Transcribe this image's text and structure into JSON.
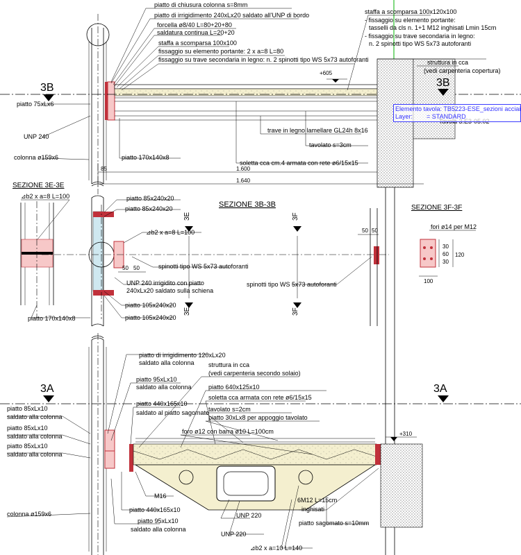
{
  "sections": {
    "s3b": "3B",
    "s3a": "3A",
    "s3e_label": "SEZIONE 3E-3E",
    "s3b_label": "SEZIONE 3B-3B",
    "s3f_label": "SEZIONE 3F-3F",
    "cut_3e": "3E",
    "cut_3f": "3F"
  },
  "top_notes": {
    "n1": "piatto di chiusura colonna s=8mm",
    "n2": "piatto di irrigidimento 240xLx20 saldato all'UNP di bordo",
    "n3": "forcella ø8/40 L=80+20+80",
    "n4": "saldatura continua L=20+20",
    "n5": "staffa a scomparsa 100x100",
    "n6": "fissaggio su elemento portante: 2 x a=8 L=80",
    "n7": "fissaggio su trave secondaria in legno: n. 2 spinotti tipo WS 5x73 autoforanti",
    "r1": "staffa a scomparsa 100x120x100",
    "r2": "- fissaggio su elemento portante:",
    "r3": "tasselli da cls n. 1+1 M12 inghisati Lmin 15cm",
    "r4": "- fissaggio su trave secondaria in legno:",
    "r5": "n. 2 spinotti tipo WS 5x73 autoforanti",
    "r6": "struttura in cca",
    "r7": "(vedi carpenteria copertura)",
    "elev_top": "+605",
    "left_a": "piatto 75xLx6",
    "left_b": "UNP 240",
    "left_c": "colonna ø159x6",
    "trave": "trave in legno lamellare GL24h 8x16",
    "tavolato": "tavolato s=3cm",
    "soletta": "soletta cca cm.4 armata con rete ø6/15x15",
    "piatto170": "piatto 170x140x8",
    "dim1600": "1.600",
    "dim1640": "1.640",
    "dim85": "85",
    "tavola_hint": "Tavola 3.E3-05.02"
  },
  "mid_notes": {
    "weld_e": "⊿b2 x a=8 L=100",
    "p85a": "piatto 85x240x20",
    "p85b": "piatto 85x240x20",
    "weld_b": "⊿b2 x a=8 L=100",
    "spin1": "spinotti tipo WS 5x73 autoforanti",
    "spin2": "spinotti tipo WS 5x73 autoforanti",
    "unp": "UNP 240 irrigidito con piatto",
    "unp2": "240xLx20 saldato sulla schiena",
    "p105a": "piatto 105x240x20",
    "p105b": "piatto 105x240x20",
    "p170": "piatto 170x140x8",
    "fori": "fori ø14 per M12",
    "d50a": "50",
    "d50b": "50",
    "d30a": "30",
    "d60": "60",
    "d30b": "30",
    "d120": "120",
    "d100": "100"
  },
  "bottom_notes": {
    "b1": "piatto di irrigidimento 120xLx20",
    "b2": "saldato alla colonna",
    "b3": "piatto 95xLx10",
    "b4": "saldato alla colonna",
    "b5": "piatto 440x165x10",
    "b6": "saldato al piatto sagomato",
    "b7": "struttura in cca",
    "b8": "(vedi carpenteria secondo solaio)",
    "b9": "piatto 640x125x10",
    "b10": "soletta cca armata con rete ø6/15x15",
    "b11": "tavolato s=2cm",
    "b12": "piatto 30xLx8 per appoggio tavolato",
    "b13": "foro ø12 con barra ø10 L=100cm",
    "l1": "piatto 85xLx10",
    "l2": "saldato alla colonna",
    "l3": "piatto 85xLx10",
    "l4": "saldato alla colonna",
    "l5": "piatto 85xLx10",
    "l6": "saldato alla colonna",
    "elev": "+310",
    "m16": "M16",
    "p440": "piatto 440x165x10",
    "p95": "piatto 95xLx10",
    "p95b": "saldato alla colonna",
    "col": "colonna ø159x6",
    "unp1": "UNP 220",
    "unp2": "UNP 220",
    "m12": "6M12 L=15cm",
    "m12b": "inghisati",
    "sag": "piatto sagomato s=10mm",
    "weld": "⊿b2 x a=10 L=140"
  },
  "tooltip": {
    "line1": "Elemento tavola: TB5223-ESE_sezioni acciaio",
    "line2_key": "Layer:",
    "line2_val": "= STANDARD"
  },
  "colors": {
    "steel_pink": "#f7c8c8",
    "steel_red": "#c0303a",
    "concrete_fill": "#f4efcf",
    "tooltip_blue": "#3333ff",
    "guide_green": "#00b000"
  }
}
